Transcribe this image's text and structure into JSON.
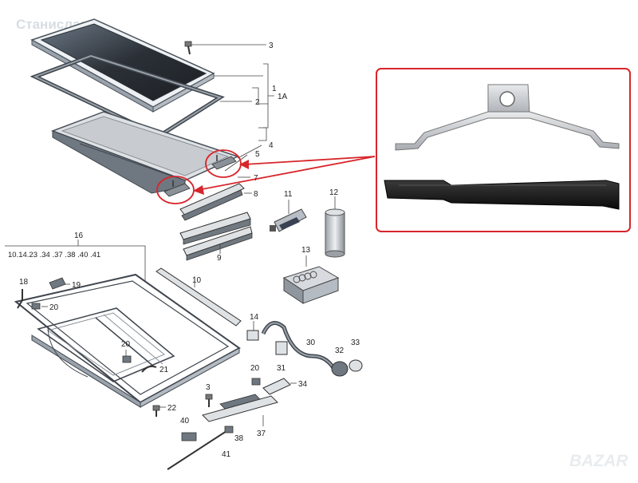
{
  "watermark_text": "Станислав",
  "brand_text": "BAZAR",
  "header_group": {
    "label": "16",
    "items": "10.14.23 .34 .37 .38 .40 .41"
  },
  "callouts": [
    {
      "id": "c1",
      "text": "3"
    },
    {
      "id": "c2",
      "text": "1"
    },
    {
      "id": "c3",
      "text": "1A"
    },
    {
      "id": "c4",
      "text": "2"
    },
    {
      "id": "c5",
      "text": "4"
    },
    {
      "id": "c6",
      "text": "5"
    },
    {
      "id": "c7",
      "text": "7"
    },
    {
      "id": "c8",
      "text": "8"
    },
    {
      "id": "c9",
      "text": "9"
    },
    {
      "id": "c10",
      "text": "10"
    },
    {
      "id": "c11",
      "text": "11"
    },
    {
      "id": "c12",
      "text": "12"
    },
    {
      "id": "c13",
      "text": "13"
    },
    {
      "id": "c14",
      "text": "14"
    },
    {
      "id": "c18",
      "text": "18"
    },
    {
      "id": "c19",
      "text": "19"
    },
    {
      "id": "c20a",
      "text": "20"
    },
    {
      "id": "c20b",
      "text": "20"
    },
    {
      "id": "c20c",
      "text": "20"
    },
    {
      "id": "c21",
      "text": "21"
    },
    {
      "id": "c22",
      "text": "22"
    },
    {
      "id": "c3b",
      "text": "3"
    },
    {
      "id": "c30",
      "text": "30"
    },
    {
      "id": "c31",
      "text": "31"
    },
    {
      "id": "c32",
      "text": "32"
    },
    {
      "id": "c33",
      "text": "33"
    },
    {
      "id": "c34",
      "text": "34"
    },
    {
      "id": "c37",
      "text": "37"
    },
    {
      "id": "c38",
      "text": "38"
    },
    {
      "id": "c40",
      "text": "40"
    },
    {
      "id": "c41",
      "text": "41"
    }
  ],
  "colors": {
    "highlight_red": "#d7262b",
    "glass_dark": "#2b3036",
    "line_gray": "#5d6670",
    "plate_silver": "#c9ccd0",
    "bar_black": "#151515"
  },
  "icons": {
    "bracket_photo": "metal-bracket-icon",
    "rail_photo": "black-rail-icon",
    "box": "audi-box-icon"
  }
}
